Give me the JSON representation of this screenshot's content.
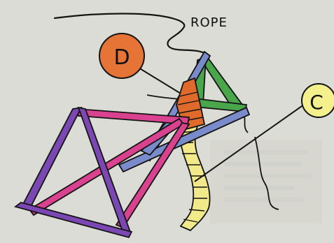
{
  "labels": {
    "rope": "ROPE",
    "d": "D",
    "c": "C"
  },
  "colors": {
    "paper": "#dcdcd6",
    "ink": "#141414",
    "purple": "#7b47b3",
    "pink": "#d9428f",
    "blue": "#7a8bcc",
    "green": "#49a64a",
    "orange": "#e06a2b",
    "yellow": "#f2e98a",
    "label_d_fill": "#e67436",
    "label_c_fill": "#f3f08d"
  }
}
